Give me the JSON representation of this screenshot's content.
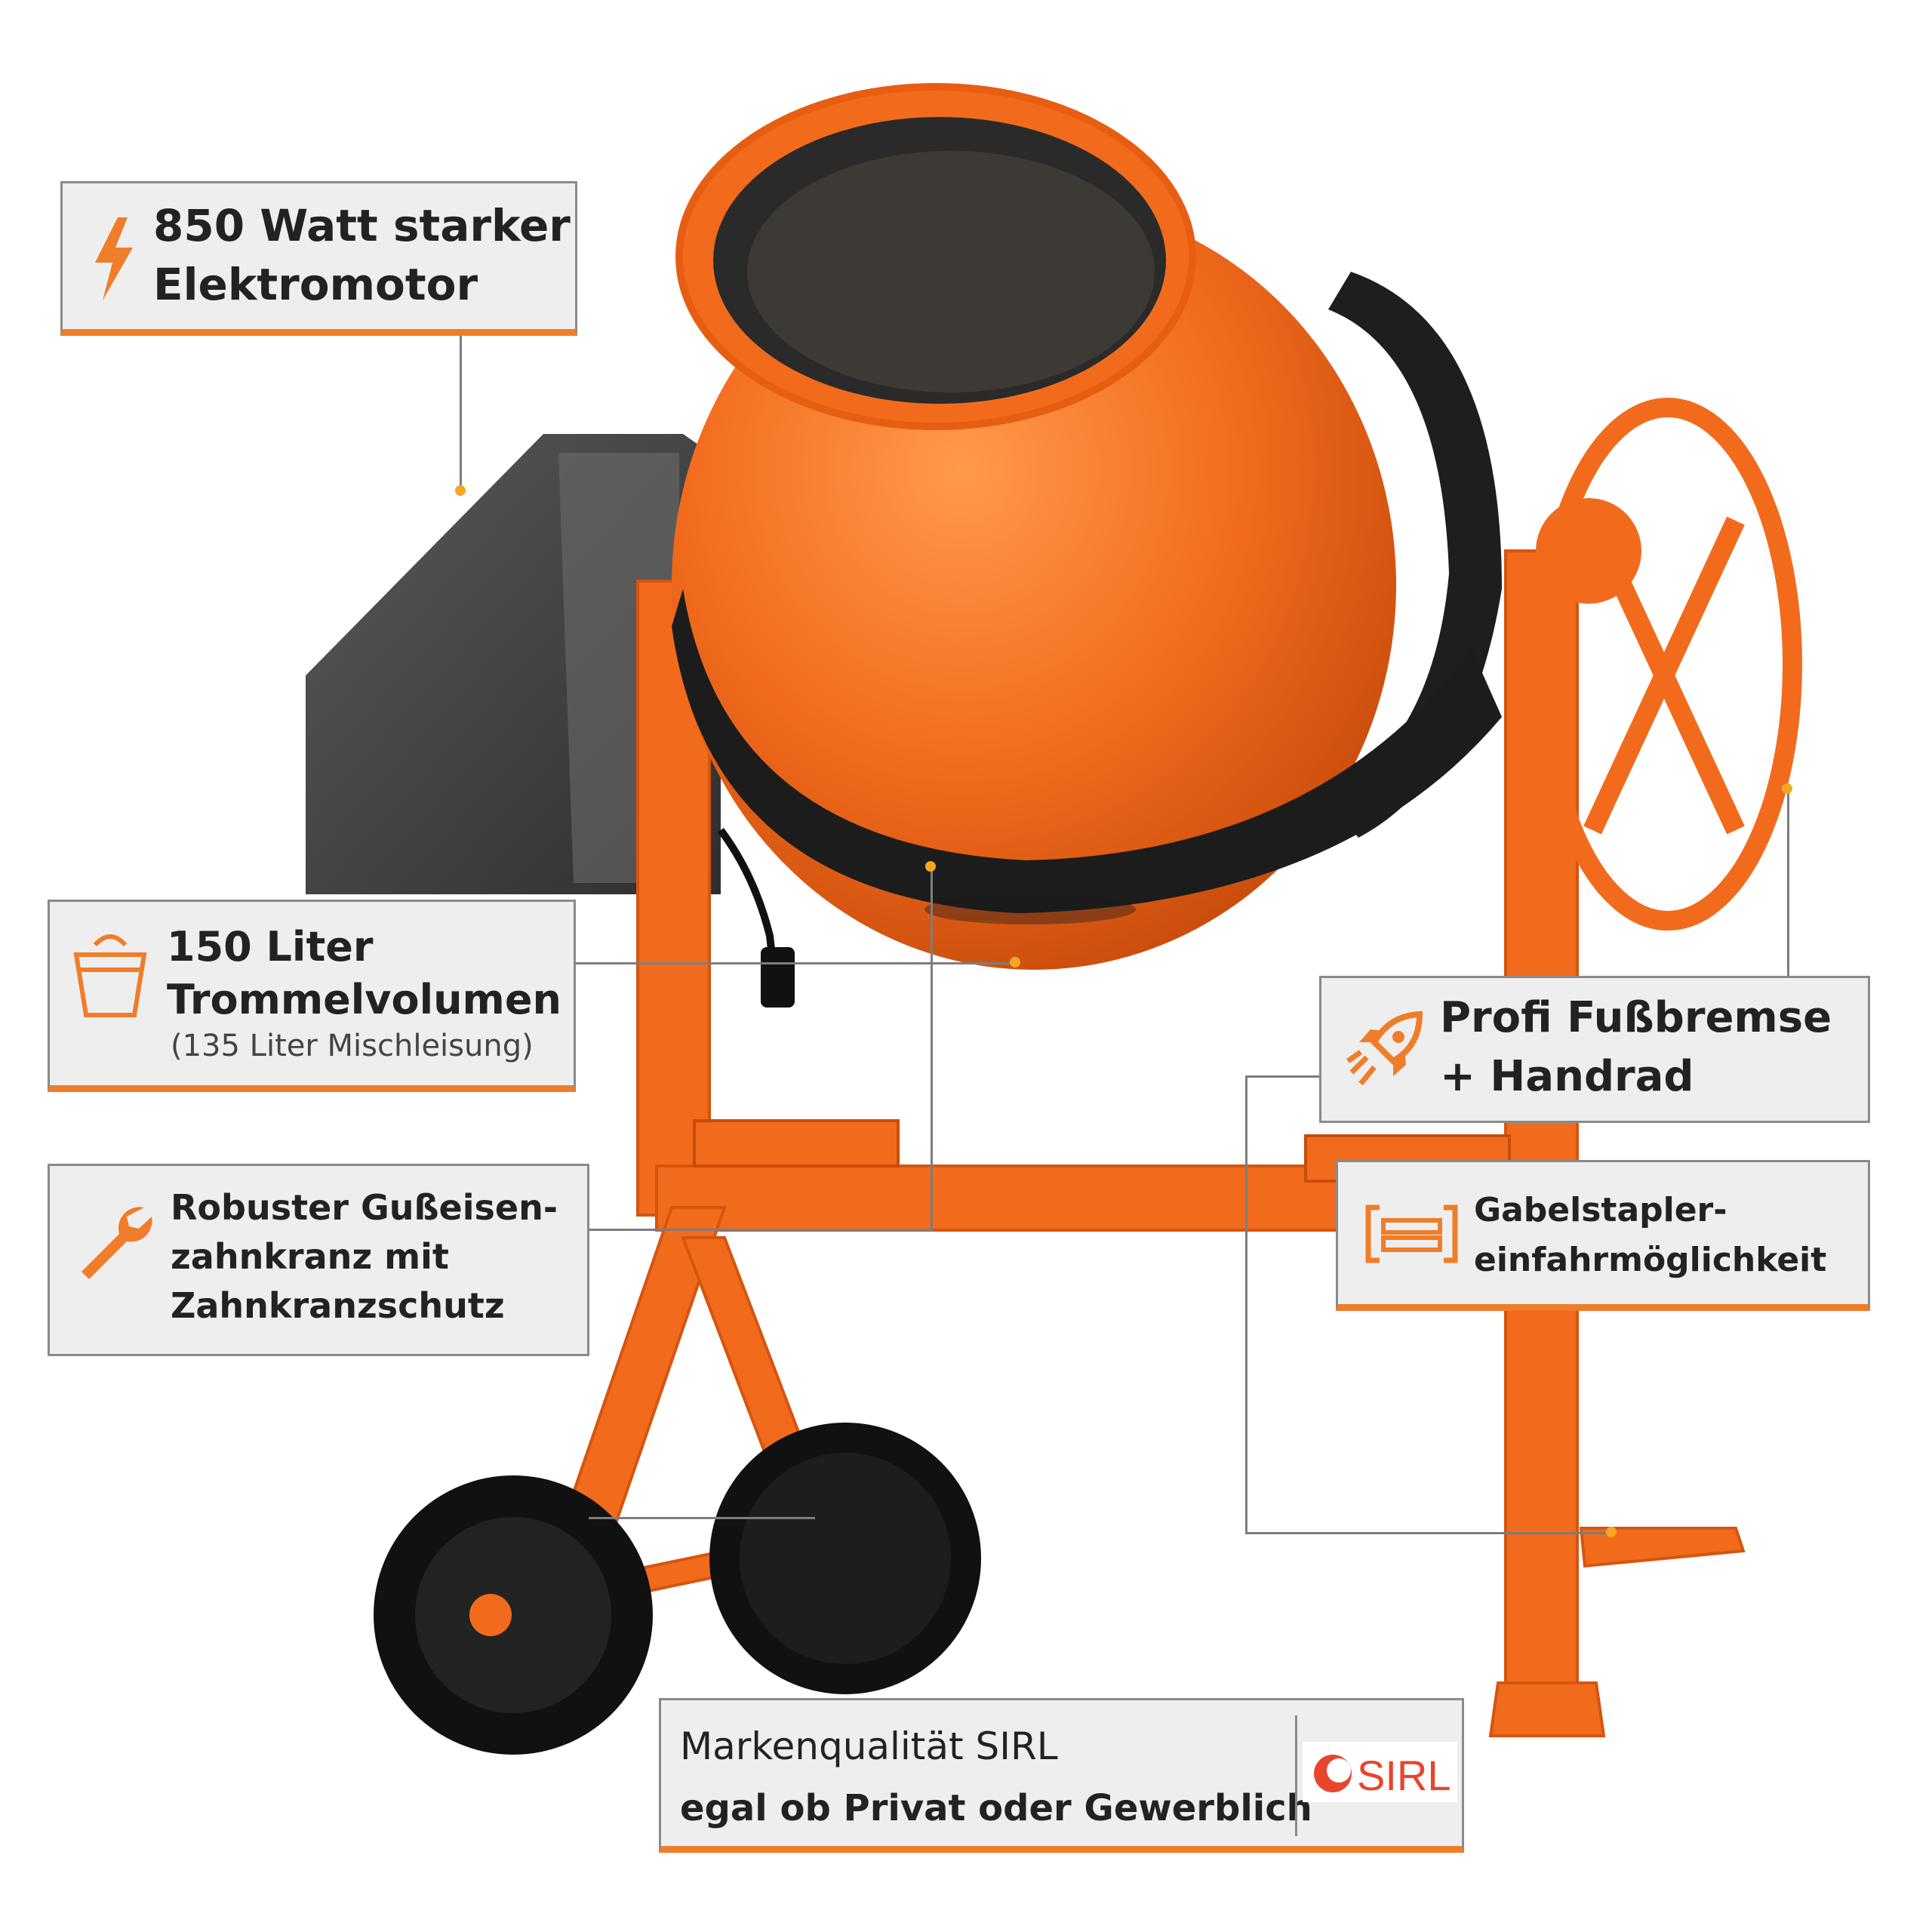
{
  "colors": {
    "accent": "#f07d2a",
    "machine_orange": "#f26b1d",
    "box_bg": "#eeeeee",
    "border": "#8a8a8a",
    "leader": "#7d7d7d"
  },
  "callouts": {
    "motor": {
      "icon": "lightning-bolt-icon",
      "line1": "850 Watt starker",
      "line2": "Elektromotor"
    },
    "drum": {
      "icon": "bucket-icon",
      "line1": "150 Liter",
      "line2": "Trommelvolumen",
      "line3": "(135 Liter Mischleisung)"
    },
    "gear": {
      "icon": "wrench-icon",
      "line1": "Robuster Gußeisen-",
      "line2": "zahnkranz mit",
      "line3": "Zahnkranzschutz"
    },
    "brake": {
      "icon": "rocket-icon",
      "line1": "Profi Fußbremse",
      "line2": "+ Handrad"
    },
    "forklift": {
      "icon": "forklift-pocket-icon",
      "line1": "Gabelstapler-",
      "line2": "einfahrmöglichkeit"
    },
    "brand": {
      "line1": "Markenqualität SIRL",
      "line2": "egal ob Privat oder Gewerblich",
      "logo_text": "SIRL",
      "logo_icon": "sirl-logo-icon"
    }
  }
}
